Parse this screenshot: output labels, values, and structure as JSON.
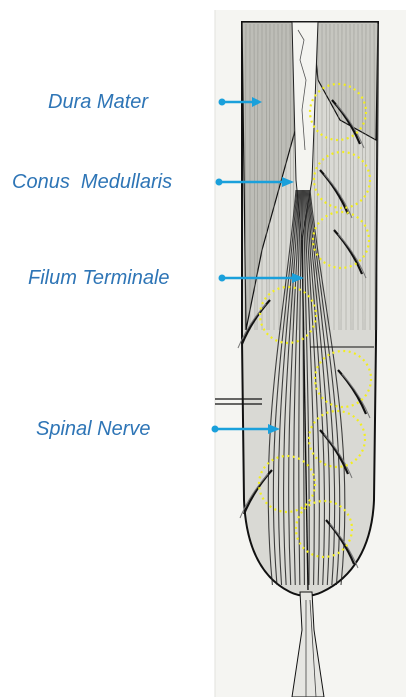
{
  "labels": {
    "dura_mater": "Dura Mater",
    "conus_medullaris": "Conus  Medullaris",
    "filum_terminale": "Filum Terminale",
    "spinal_nerve": "Spinal Nerve"
  },
  "colors": {
    "label_text": "#2E75B6",
    "pointer": "#1AA0DB",
    "highlight_circle": "#F2EE1F",
    "ink": "#1a1a1a",
    "paper": "#f4f4f0"
  },
  "icons": {
    "pointer": "dot-arrow-pointer",
    "highlight": "dotted-circle"
  }
}
